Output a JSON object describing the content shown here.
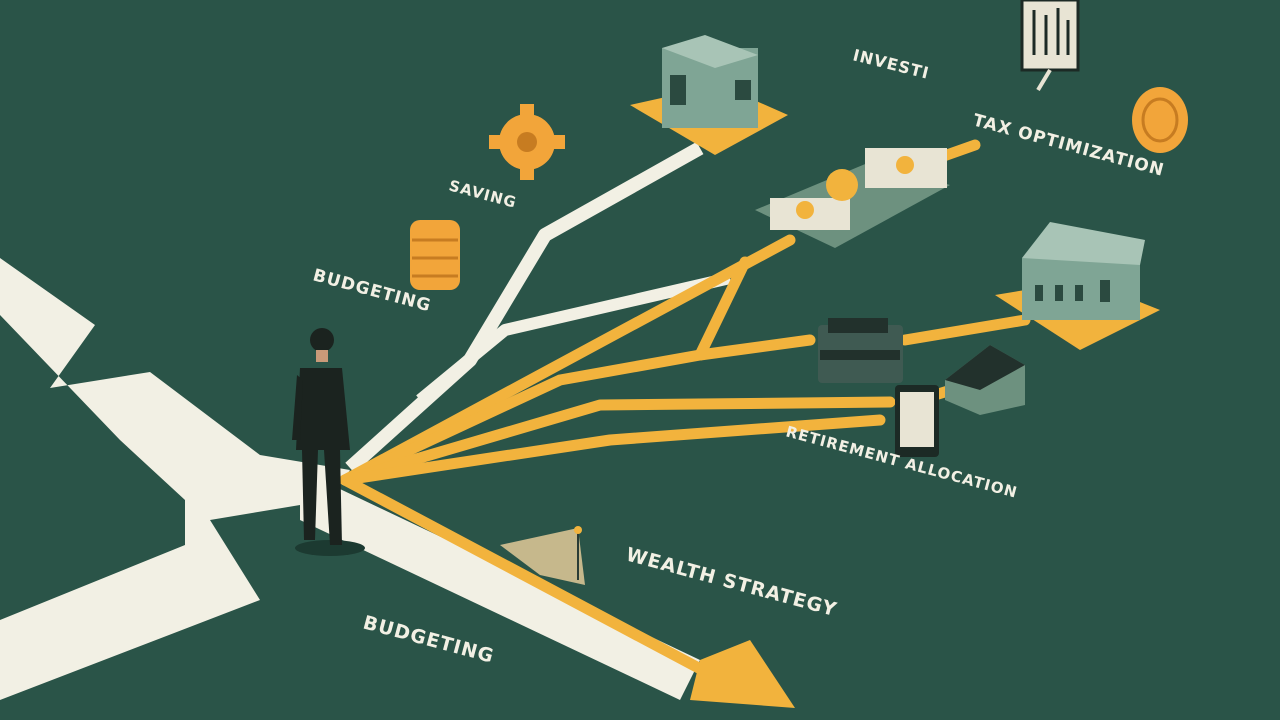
{
  "labels": {
    "investing_top": "INVESTI",
    "tax_optimization": "TAX OPTIMIZATION",
    "saving": "SAVING",
    "budgeting_left": "BUDGETING",
    "wealth_strategy": "WEALTH STRATEGY",
    "budgeting_bottom": "BUDGETING",
    "retirement": "RETIREMENT ALLOCATION"
  },
  "colors": {
    "background": "#2a5448",
    "path_white": "#f2f0e4",
    "path_gold": "#f2b33d",
    "building": "#7fa595"
  },
  "icons": [
    "gear-icon",
    "coin-stack-icon",
    "bank-icon",
    "cash-stack-icon",
    "coin-icon",
    "monitor-chart-icon",
    "wallet-icon",
    "house-icon",
    "calculator-icon",
    "flag-icon"
  ]
}
